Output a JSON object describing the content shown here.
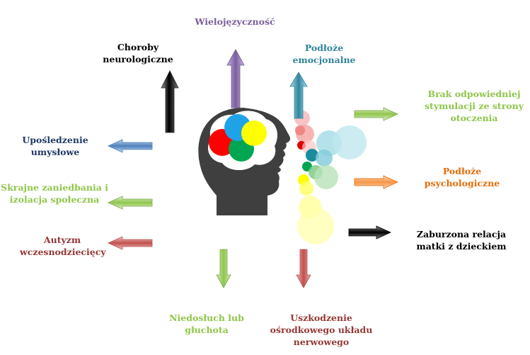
{
  "labels": {
    "multilingualism": "Wielojęzyczność",
    "neuro_diseases": "Choroby\nneurologiczne",
    "emotional": "Podłoże\nemocjonalne",
    "stimulation": "Brak odpowiedniej\nstymulacji ze strony\notoczenia",
    "intellectual": "Upośledzenie\numysłowe",
    "neglect": "Skrajne zaniedbania i\nizolacja społeczna",
    "autism": "Autyzm\nwczesnodziecięcy",
    "psychological": "Podłoże\npsychologiczne",
    "mother_child": "Zaburzona relacja\nmatki z dzieckiem",
    "hearing": "Niedosłuch lub\ngłuchota",
    "cns_damage": "Uszkodzenie\nośrodkowego układu\nnerwowego"
  },
  "colors": {
    "multilingualism": "#7b5e9e",
    "neuro_diseases": "#000000",
    "emotional": "#31859c",
    "stimulation": "#8fc64b",
    "intellectual": "#1f3864",
    "neglect": "#8fc64b",
    "autism": "#953735",
    "psychological": "#e46c0a",
    "mother_child": "#000000",
    "hearing": "#8fc64b",
    "cns_damage": "#953735",
    "head": "#3f3f3f",
    "brain_blue": "#1fa3e8",
    "brain_yellow": "#ffff00",
    "brain_red": "#ff0000",
    "brain_green": "#00a651"
  },
  "icons": {
    "center": "head-with-brain-icon",
    "speech": "speech-bubbles-icon"
  }
}
